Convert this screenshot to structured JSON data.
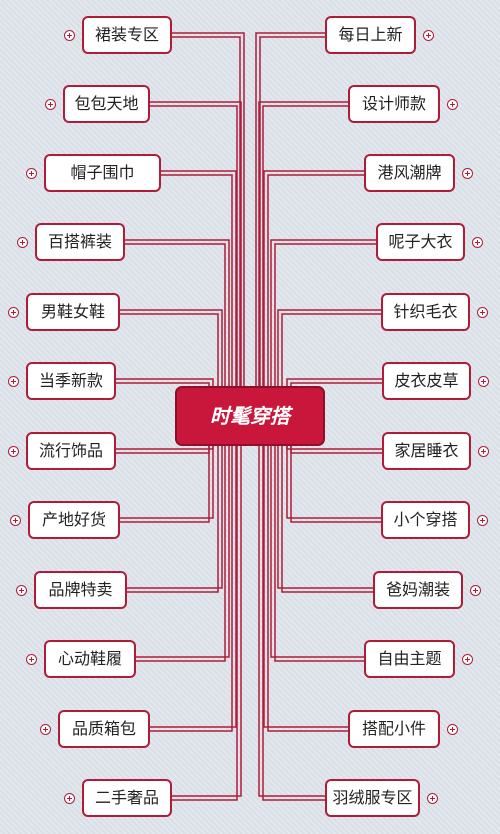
{
  "center": {
    "label": "时髦穿搭"
  },
  "left": [
    "裙装专区",
    "包包天地",
    "帽子围巾",
    "百搭裤装",
    "男鞋女鞋",
    "当季新款",
    "流行饰品",
    "产地好货",
    "品牌特卖",
    "心动鞋履",
    "品质箱包",
    "二手奢品"
  ],
  "right": [
    "每日上新",
    "设计师款",
    "港风潮牌",
    "呢子大衣",
    "针织毛衣",
    "皮衣皮草",
    "家居睡衣",
    "小个穿搭",
    "爸妈潮装",
    "自由主题",
    "搭配小件",
    "羽绒服专区"
  ],
  "colors": {
    "line": "#b01c38",
    "center_fill": "#c8173a",
    "background": "#dde3ea"
  },
  "icons": {
    "collapse": "plus-circle-icon"
  }
}
